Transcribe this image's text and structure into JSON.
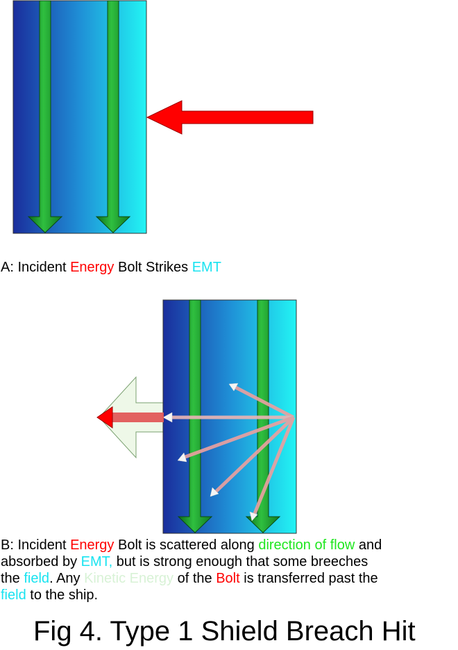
{
  "panel_a": {
    "caption": [
      {
        "text": "A: Incident ",
        "color": "black"
      },
      {
        "text": "Energy",
        "color": "red"
      },
      {
        "text": " Bolt Strikes ",
        "color": "black"
      },
      {
        "text": "EMT",
        "color": "cyan"
      }
    ]
  },
  "panel_b": {
    "caption_lines": [
      [
        {
          "text": "B: Incident ",
          "color": "black"
        },
        {
          "text": "Energy",
          "color": "red"
        },
        {
          "text": " Bolt is scattered along ",
          "color": "black"
        },
        {
          "text": "direction of flow",
          "color": "green"
        },
        {
          "text": " and",
          "color": "black"
        }
      ],
      [
        {
          "text": "absorbed by ",
          "color": "black"
        },
        {
          "text": "EMT,",
          "color": "cyan"
        },
        {
          "text": " but is strong enough that some breeches",
          "color": "black"
        }
      ],
      [
        {
          "text": "the ",
          "color": "black"
        },
        {
          "text": "field",
          "color": "cyan"
        },
        {
          "text": ".  Any ",
          "color": "black"
        },
        {
          "text": "Kinetic Energy",
          "color": "pale"
        },
        {
          "text": " of the ",
          "color": "black"
        },
        {
          "text": "Bolt",
          "color": "red"
        },
        {
          "text": " is transferred past the",
          "color": "black"
        }
      ],
      [
        {
          "text": "field",
          "color": "cyan"
        },
        {
          "text": " to the ship.",
          "color": "black"
        }
      ]
    ]
  },
  "figure_title": "Fig 4.  Type 1 Shield Breach Hit",
  "colors": {
    "field_dark": "#1a2fa0",
    "field_light": "#22f2f2",
    "flow_arrow": "#1f9e2e",
    "bolt": "#ff0000",
    "scatter": "#f2f2f2",
    "kinetic": "#eef8e8"
  }
}
